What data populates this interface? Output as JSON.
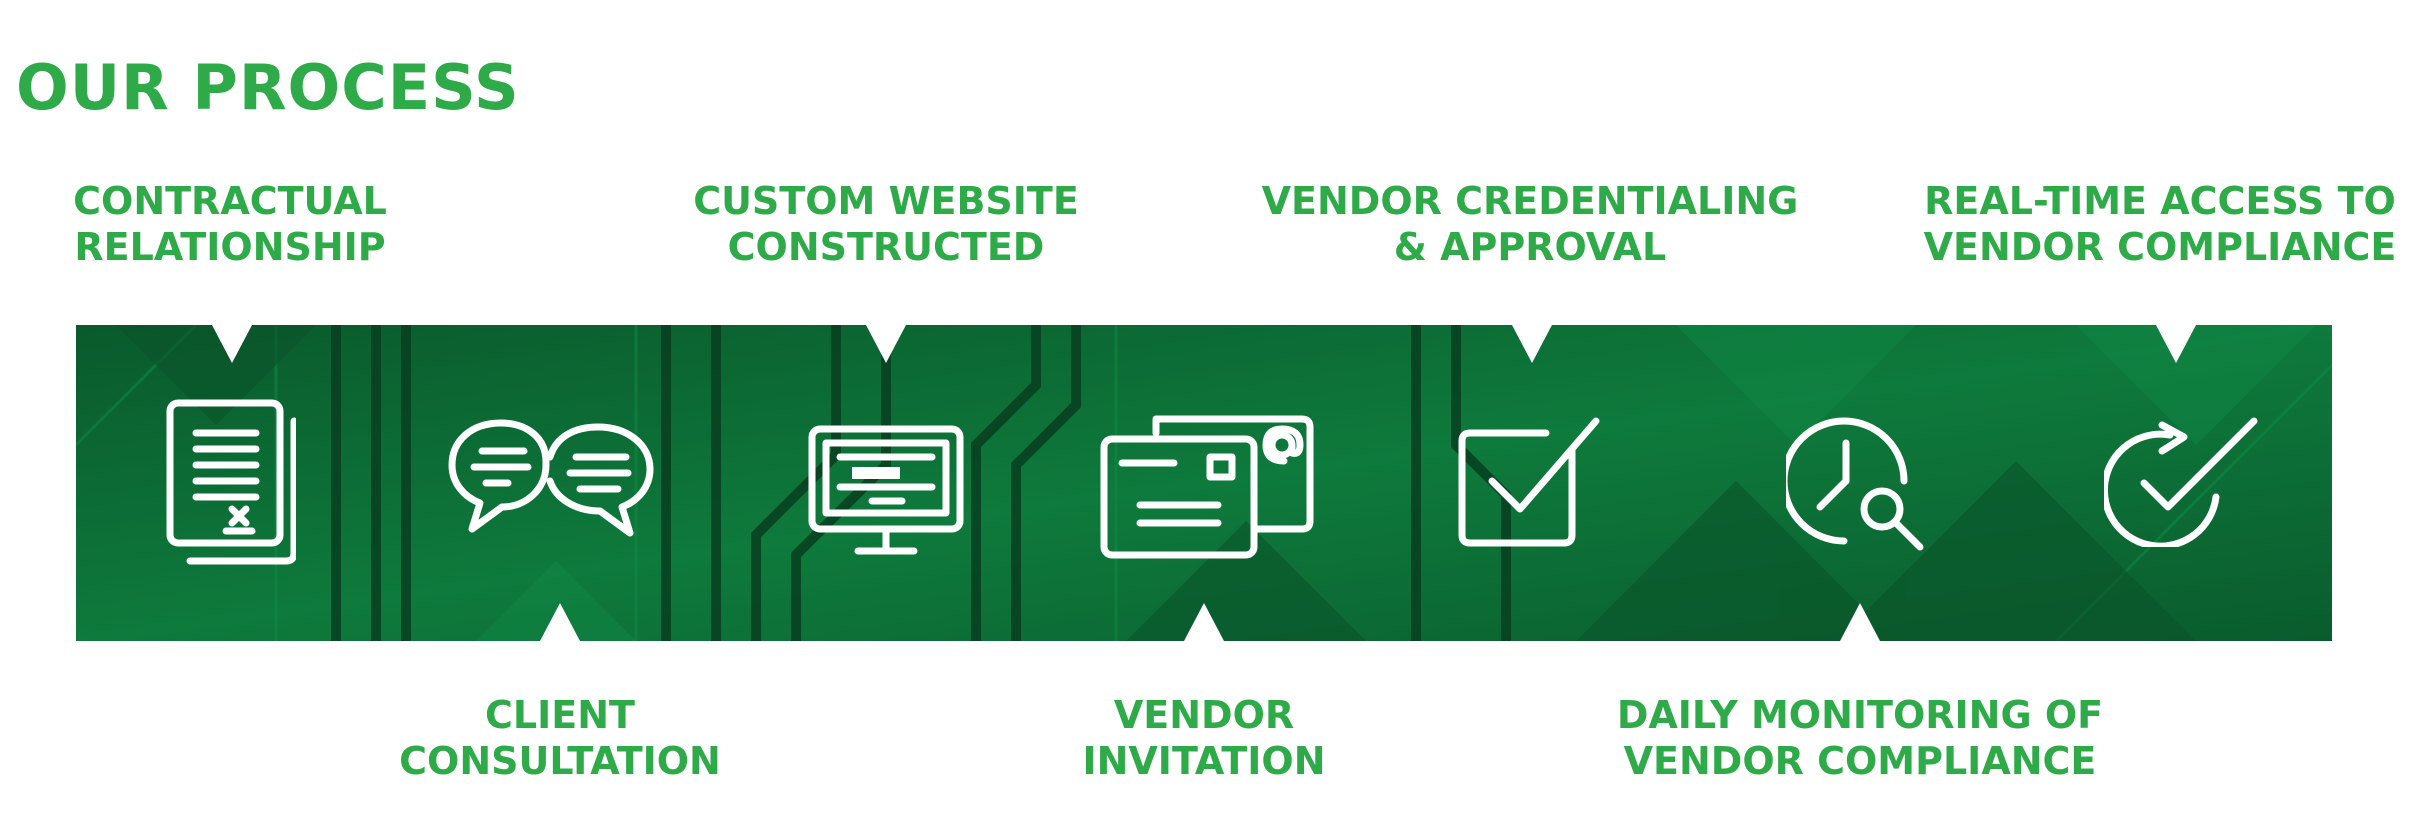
{
  "page": {
    "title": "OUR PROCESS"
  },
  "steps": [
    {
      "line1": "CONTRACTUAL",
      "line2": "RELATIONSHIP",
      "icon": "document-icon"
    },
    {
      "line1": "CLIENT",
      "line2": "CONSULTATION",
      "icon": "chat-bubbles-icon"
    },
    {
      "line1": "CUSTOM WEBSITE",
      "line2": "CONSTRUCTED",
      "icon": "monitor-icon"
    },
    {
      "line1": "VENDOR",
      "line2": "INVITATION",
      "icon": "envelope-at-icon"
    },
    {
      "line1": "VENDOR CREDENTIALING",
      "line2": "& APPROVAL",
      "icon": "checkbox-check-icon"
    },
    {
      "line1": "DAILY MONITORING OF",
      "line2": "VENDOR COMPLIANCE",
      "icon": "clock-search-icon"
    },
    {
      "line1": "REAL-TIME ACCESS TO",
      "line2": "VENDOR COMPLIANCE",
      "icon": "refresh-check-icon"
    }
  ],
  "colors": {
    "accent": "#2eab48",
    "band": "#0c6b35",
    "band_dark": "#083f20",
    "icon": "#ffffff"
  }
}
